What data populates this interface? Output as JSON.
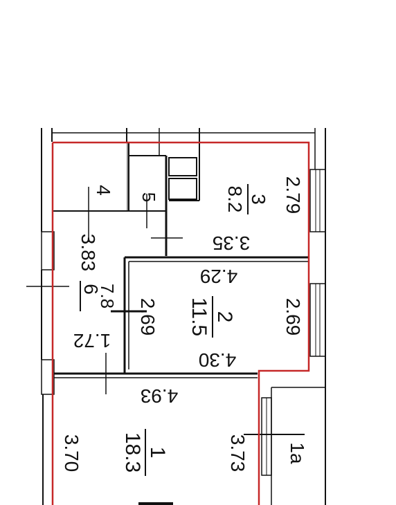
{
  "rooms": [
    {
      "number": "1",
      "area": "18.3"
    },
    {
      "number": "2",
      "area": "11.5"
    },
    {
      "number": "3",
      "area": "8.2"
    },
    {
      "number": "4"
    },
    {
      "number": "5"
    },
    {
      "number": "6",
      "area": "7.8"
    },
    {
      "number": "1a"
    }
  ],
  "dimensions": {
    "room3_right": "2.79",
    "room3_bottom": "3.35",
    "room2_top": "4.29",
    "room2_bottom": "4.30",
    "room2_left": "2.69",
    "room2_right": "2.69",
    "room6_height": "3.83",
    "room6_width": "1.72",
    "room1_top": "4.93",
    "room1_left": "3.70",
    "room1_right": "3.73"
  },
  "colors": {
    "outline": "#c62828",
    "walls": "#111111",
    "background": "#ffffff"
  }
}
